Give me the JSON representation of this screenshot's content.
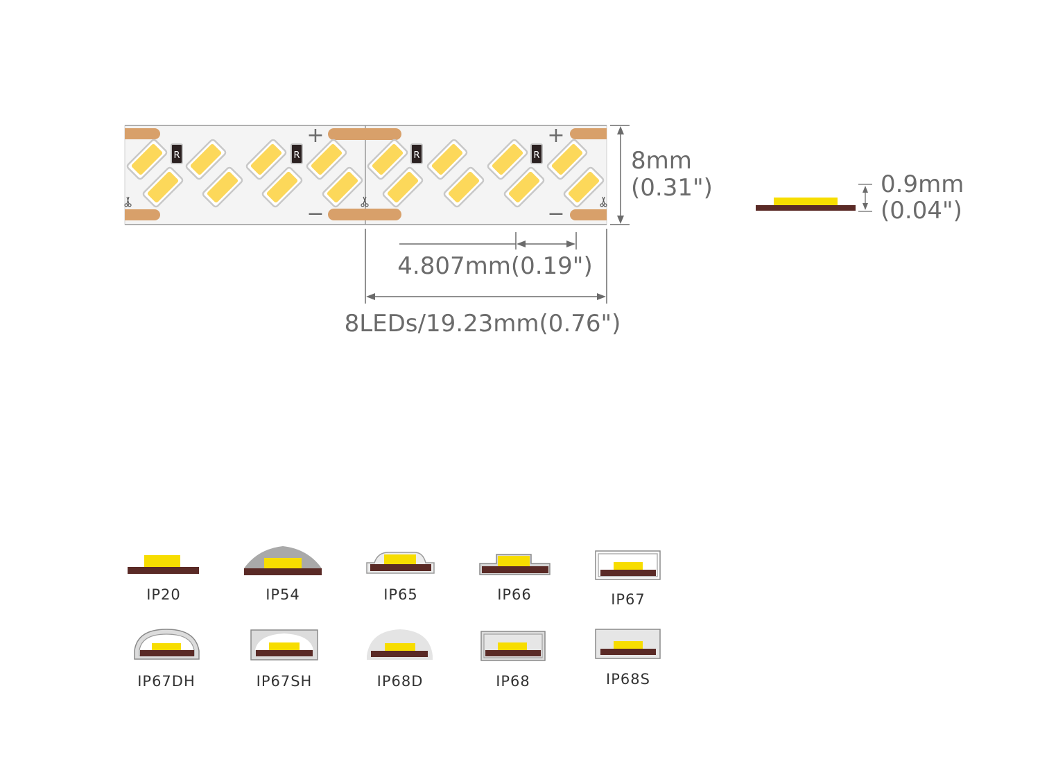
{
  "strip": {
    "resistor_mark": "R",
    "plus_mark": "+",
    "minus_mark": "−",
    "pad_color": "#d8a06a",
    "led_color": "#fcd85a",
    "led_frame_color": "#c8c8c8",
    "board_color": "#f3f3f3",
    "resistor_color": "#2a2020"
  },
  "dimensions": {
    "width_mm": "8mm",
    "width_in": "(0.31\")",
    "thickness_mm": "0.9mm",
    "thickness_in": "(0.04\")",
    "pitch_label": "4.807mm(0.19\")",
    "segment_label": "8LEDs/19.23mm(0.76\")"
  },
  "ip_ratings": [
    {
      "label": "IP20",
      "style": "bare"
    },
    {
      "label": "IP54",
      "style": "dome-grey"
    },
    {
      "label": "IP65",
      "style": "thin-coat"
    },
    {
      "label": "IP66",
      "style": "block-coat"
    },
    {
      "label": "IP67",
      "style": "box-tube"
    },
    {
      "label": "IP67DH",
      "style": "arch-tube"
    },
    {
      "label": "IP67SH",
      "style": "box-dome"
    },
    {
      "label": "IP68D",
      "style": "solid-dome"
    },
    {
      "label": "IP68",
      "style": "box-filled"
    },
    {
      "label": "IP68S",
      "style": "box-solid"
    }
  ],
  "colors": {
    "pcb": "#5a2a26",
    "chip": "#f7dd00",
    "gray_dark": "#a9a9a9",
    "gray_light": "#dcdcdc",
    "outline": "#6b6b6b"
  }
}
